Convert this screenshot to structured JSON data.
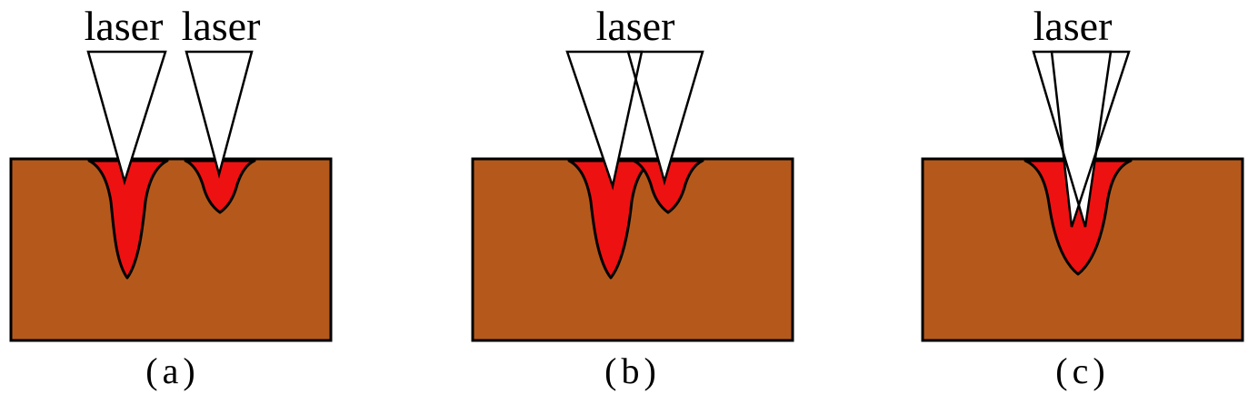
{
  "figure": {
    "colors": {
      "background": "#ffffff",
      "substrate": "#b4591b",
      "melt_pool": "#ee1111",
      "beam_fill": "#ffffff",
      "outline": "#000000"
    },
    "panels": [
      {
        "caption": "(a)",
        "labels": [
          "laser",
          "laser"
        ]
      },
      {
        "caption": "(b)",
        "labels": [
          "laser"
        ]
      },
      {
        "caption": "(c)",
        "labels": [
          "laser"
        ]
      }
    ]
  }
}
